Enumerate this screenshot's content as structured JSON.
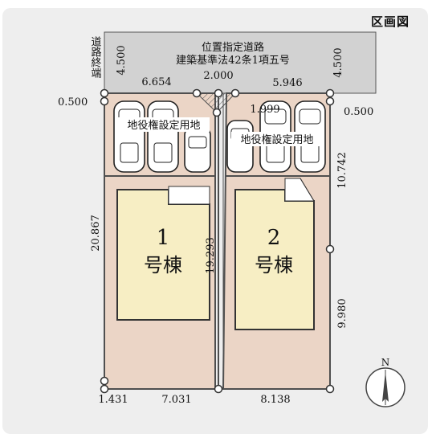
{
  "title": "区画図",
  "road": {
    "line1": "位置指定道路",
    "line2": "建築基準法42条1項五号",
    "end_label": "道路終端",
    "width_left": "4.500",
    "width_right": "4.500"
  },
  "frontage": {
    "seg_left": "6.654",
    "seg_mid": "2.000",
    "seg_right": "5.946",
    "chamfer": "1.999",
    "offset_left": "0.500",
    "offset_right": "0.500"
  },
  "easement_label": "地役権設定用地",
  "houses": [
    {
      "number": "1",
      "suffix": "号棟"
    },
    {
      "number": "2",
      "suffix": "号棟"
    }
  ],
  "dims": {
    "left_side": "20.867",
    "divider": "19.293",
    "right_upper": "10.742",
    "right_lower": "9.980",
    "bottom_left_small": "1.431",
    "bottom_left": "7.031",
    "bottom_right": "8.138"
  },
  "north_label": "N",
  "colors": {
    "lot": "#ebd5c6",
    "house": "#f7eec4",
    "road": "#d2d2d2",
    "boundary": "#4f4f4f"
  }
}
